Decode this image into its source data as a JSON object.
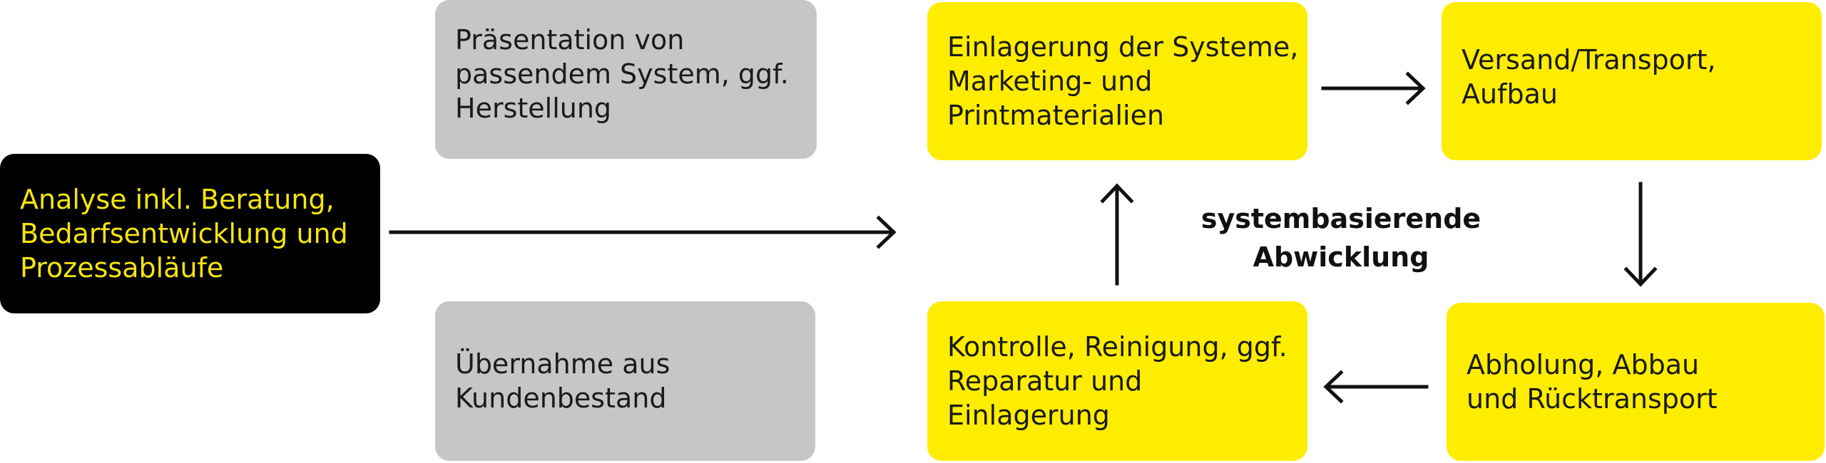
{
  "boxes": {
    "analyse": {
      "lines": [
        "Analyse inkl. Beratung,",
        "Bedarfsentwicklung und",
        "Prozessabläufe"
      ]
    },
    "praesentation": {
      "lines": [
        "Präsentation von",
        "passendem System, ggf.",
        "Herstellung"
      ]
    },
    "uebernahme": {
      "lines": [
        "Übernahme aus",
        "Kundenbestand"
      ]
    },
    "einlagerung": {
      "lines": [
        "Einlagerung der Systeme,",
        "Marketing- und",
        "Printmaterialien"
      ]
    },
    "versand": {
      "lines": [
        "Versand/Transport,",
        "Aufbau"
      ]
    },
    "kontrolle": {
      "lines": [
        "Kontrolle, Reinigung, ggf.",
        "Reparatur und",
        "Einlagerung"
      ]
    },
    "abholung": {
      "lines": [
        "Abholung, Abbau",
        "und Rücktransport"
      ]
    }
  },
  "center_label": {
    "lines": [
      "systembasierende",
      "Abwicklung"
    ]
  },
  "colors": {
    "black_box": "#000000",
    "black_box_text": "#f5e50f",
    "gray_box": "#c6c6c6",
    "yellow_box": "#ffed00",
    "arrow": "#111111"
  }
}
